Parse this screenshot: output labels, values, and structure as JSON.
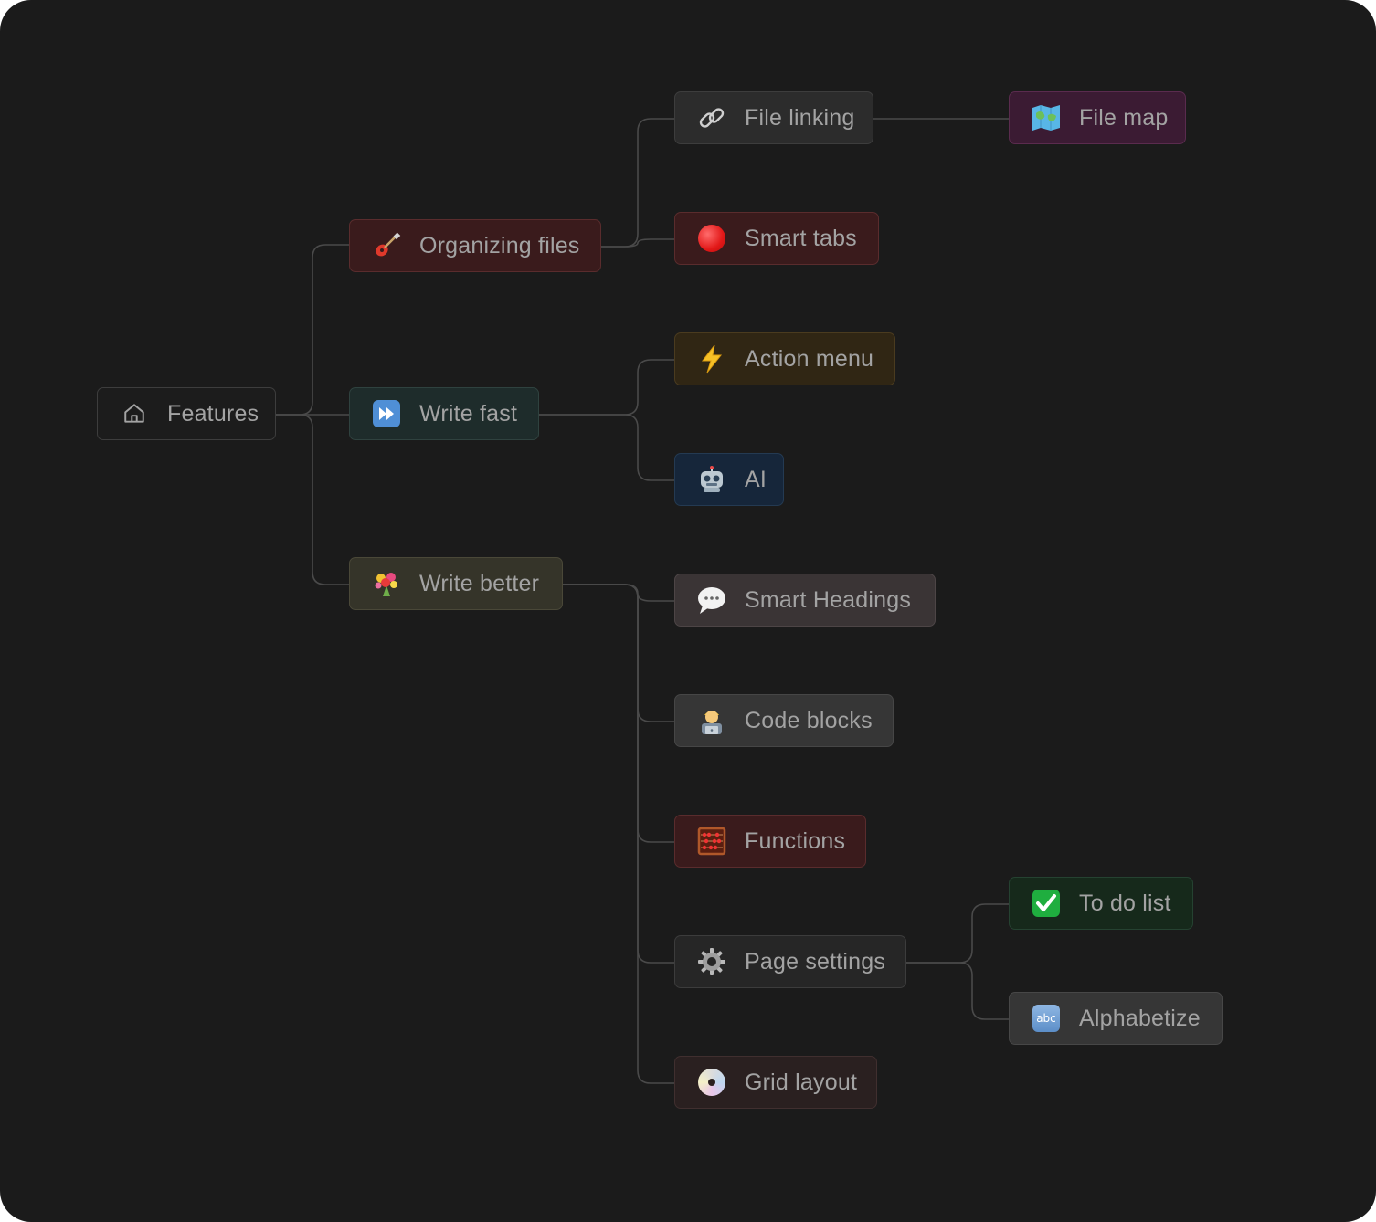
{
  "diagram": {
    "nodes": [
      {
        "id": "features",
        "label": "Features",
        "icon": "home-icon"
      },
      {
        "id": "organizing_files",
        "label": "Organizing files",
        "icon": "guitar-icon"
      },
      {
        "id": "write_fast",
        "label": "Write fast",
        "icon": "fast-forward-icon"
      },
      {
        "id": "write_better",
        "label": "Write better",
        "icon": "bouquet-icon"
      },
      {
        "id": "file_linking",
        "label": "File linking",
        "icon": "link-icon"
      },
      {
        "id": "file_map",
        "label": "File map",
        "icon": "world-map-icon"
      },
      {
        "id": "smart_tabs",
        "label": "Smart tabs",
        "icon": "red-circle-icon"
      },
      {
        "id": "action_menu",
        "label": "Action menu",
        "icon": "lightning-icon"
      },
      {
        "id": "ai",
        "label": "AI",
        "icon": "robot-icon"
      },
      {
        "id": "smart_headings",
        "label": "Smart Headings",
        "icon": "speech-bubble-icon"
      },
      {
        "id": "code_blocks",
        "label": "Code blocks",
        "icon": "technologist-icon"
      },
      {
        "id": "functions",
        "label": "Functions",
        "icon": "abacus-icon"
      },
      {
        "id": "page_settings",
        "label": "Page settings",
        "icon": "gear-icon"
      },
      {
        "id": "to_do_list",
        "label": "To do list",
        "icon": "check-mark-icon"
      },
      {
        "id": "alphabetize",
        "label": "Alphabetize",
        "icon": "abc-icon"
      },
      {
        "id": "grid_layout",
        "label": "Grid layout",
        "icon": "disc-icon"
      }
    ],
    "edges": [
      [
        "features",
        "organizing_files"
      ],
      [
        "features",
        "write_fast"
      ],
      [
        "features",
        "write_better"
      ],
      [
        "organizing_files",
        "file_linking"
      ],
      [
        "organizing_files",
        "smart_tabs"
      ],
      [
        "file_linking",
        "file_map"
      ],
      [
        "write_fast",
        "action_menu"
      ],
      [
        "write_fast",
        "ai"
      ],
      [
        "write_better",
        "smart_headings"
      ],
      [
        "write_better",
        "code_blocks"
      ],
      [
        "write_better",
        "functions"
      ],
      [
        "write_better",
        "page_settings"
      ],
      [
        "write_better",
        "grid_layout"
      ],
      [
        "page_settings",
        "to_do_list"
      ],
      [
        "page_settings",
        "alphabetize"
      ]
    ],
    "colors": {
      "background": "#1b1b1b",
      "connector": "#4a4a4a",
      "text": "#a3a3a3"
    }
  }
}
